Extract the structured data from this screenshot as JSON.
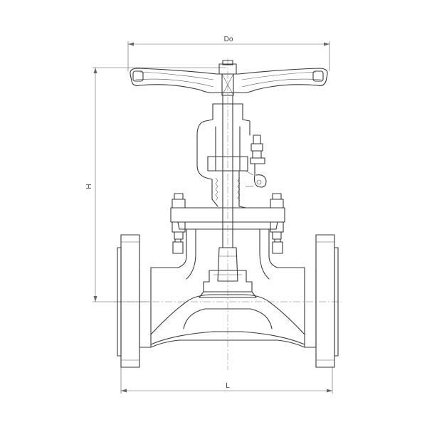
{
  "diagram": {
    "dimension_labels": {
      "handwheel_diameter": "Do",
      "height": "H",
      "length": "L"
    }
  }
}
